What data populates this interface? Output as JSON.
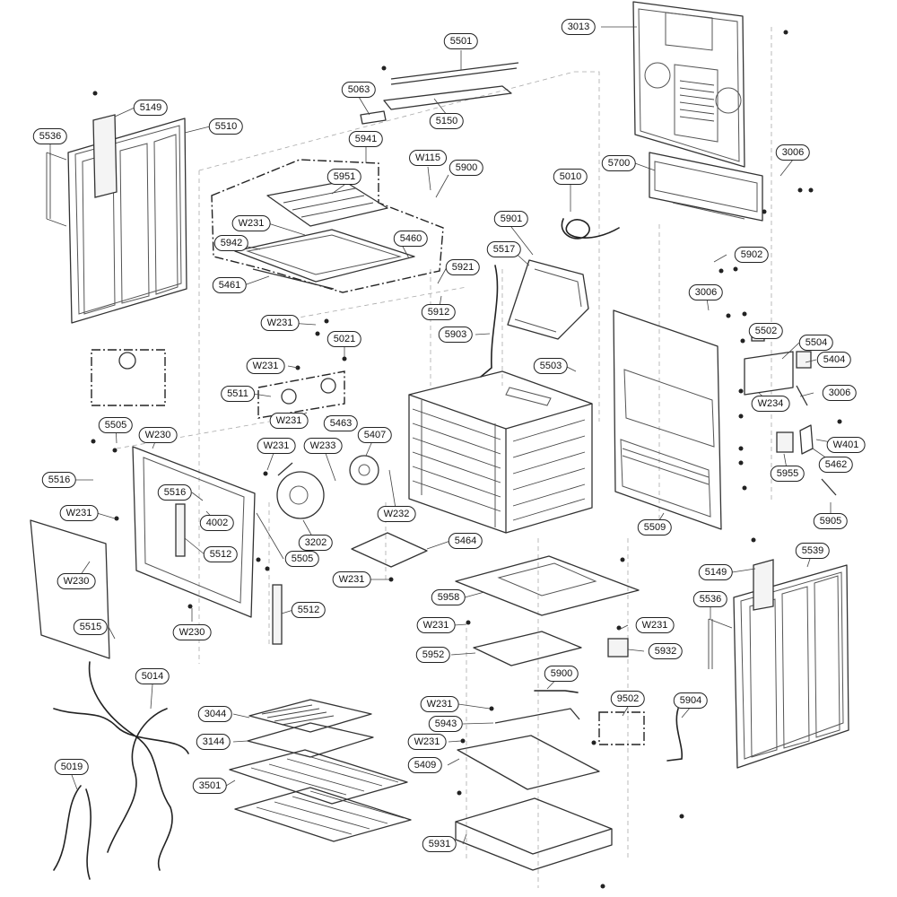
{
  "diagram": {
    "callouts": [
      {
        "id": "c3013",
        "label": "3013"
      },
      {
        "id": "c5501",
        "label": "5501"
      },
      {
        "id": "c5063",
        "label": "5063"
      },
      {
        "id": "c5150",
        "label": "5150"
      },
      {
        "id": "c5149a",
        "label": "5149"
      },
      {
        "id": "c5510",
        "label": "5510"
      },
      {
        "id": "c5536a",
        "label": "5536"
      },
      {
        "id": "c5941",
        "label": "5941"
      },
      {
        "id": "c5951",
        "label": "5951"
      },
      {
        "id": "cW115",
        "label": "W115"
      },
      {
        "id": "c5900a",
        "label": "5900"
      },
      {
        "id": "c5010",
        "label": "5010"
      },
      {
        "id": "c5700",
        "label": "5700"
      },
      {
        "id": "c3006a",
        "label": "3006"
      },
      {
        "id": "cW231a",
        "label": "W231"
      },
      {
        "id": "c5942",
        "label": "5942"
      },
      {
        "id": "c5460",
        "label": "5460"
      },
      {
        "id": "c5901",
        "label": "5901"
      },
      {
        "id": "c5517",
        "label": "5517"
      },
      {
        "id": "c5902",
        "label": "5902"
      },
      {
        "id": "c5461",
        "label": "5461"
      },
      {
        "id": "c5921",
        "label": "5921"
      },
      {
        "id": "c5912",
        "label": "5912"
      },
      {
        "id": "c3006b",
        "label": "3006"
      },
      {
        "id": "cW231b",
        "label": "W231"
      },
      {
        "id": "c5903",
        "label": "5903"
      },
      {
        "id": "c5021",
        "label": "5021"
      },
      {
        "id": "c5502",
        "label": "5502"
      },
      {
        "id": "c5504",
        "label": "5504"
      },
      {
        "id": "c5404",
        "label": "5404"
      },
      {
        "id": "cW231c",
        "label": "W231"
      },
      {
        "id": "c5503",
        "label": "5503"
      },
      {
        "id": "c5511",
        "label": "5511"
      },
      {
        "id": "c3006c",
        "label": "3006"
      },
      {
        "id": "cW234",
        "label": "W234"
      },
      {
        "id": "cW231d",
        "label": "W231"
      },
      {
        "id": "c5463",
        "label": "5463"
      },
      {
        "id": "c5505a",
        "label": "5505"
      },
      {
        "id": "cW230a",
        "label": "W230"
      },
      {
        "id": "c5407",
        "label": "5407"
      },
      {
        "id": "cW401",
        "label": "W401"
      },
      {
        "id": "cW231e",
        "label": "W231"
      },
      {
        "id": "cW233",
        "label": "W233"
      },
      {
        "id": "c5516a",
        "label": "5516"
      },
      {
        "id": "c5955",
        "label": "5955"
      },
      {
        "id": "c5462",
        "label": "5462"
      },
      {
        "id": "c5516b",
        "label": "5516"
      },
      {
        "id": "cW231f",
        "label": "W231"
      },
      {
        "id": "c4002",
        "label": "4002"
      },
      {
        "id": "cW232",
        "label": "W232"
      },
      {
        "id": "c5905",
        "label": "5905"
      },
      {
        "id": "c5509",
        "label": "5509"
      },
      {
        "id": "c3202",
        "label": "3202"
      },
      {
        "id": "c5464",
        "label": "5464"
      },
      {
        "id": "c5512a",
        "label": "5512"
      },
      {
        "id": "c5505b",
        "label": "5505"
      },
      {
        "id": "c5539",
        "label": "5539"
      },
      {
        "id": "cW230b",
        "label": "W230"
      },
      {
        "id": "cW231g",
        "label": "W231"
      },
      {
        "id": "c5149b",
        "label": "5149"
      },
      {
        "id": "c5958",
        "label": "5958"
      },
      {
        "id": "c5536b",
        "label": "5536"
      },
      {
        "id": "c5512b",
        "label": "5512"
      },
      {
        "id": "c5515",
        "label": "5515"
      },
      {
        "id": "cW231h",
        "label": "W231"
      },
      {
        "id": "cW231i",
        "label": "W231"
      },
      {
        "id": "cW230c",
        "label": "W230"
      },
      {
        "id": "c5952",
        "label": "5952"
      },
      {
        "id": "c5932",
        "label": "5932"
      },
      {
        "id": "c5014",
        "label": "5014"
      },
      {
        "id": "c5900b",
        "label": "5900"
      },
      {
        "id": "c3044",
        "label": "3044"
      },
      {
        "id": "cW231j",
        "label": "W231"
      },
      {
        "id": "c9502",
        "label": "9502"
      },
      {
        "id": "c5904",
        "label": "5904"
      },
      {
        "id": "c5943",
        "label": "5943"
      },
      {
        "id": "c3144",
        "label": "3144"
      },
      {
        "id": "cW231k",
        "label": "W231"
      },
      {
        "id": "c5019",
        "label": "5019"
      },
      {
        "id": "c5409",
        "label": "5409"
      },
      {
        "id": "c3501",
        "label": "3501"
      },
      {
        "id": "c5931",
        "label": "5931"
      }
    ]
  }
}
